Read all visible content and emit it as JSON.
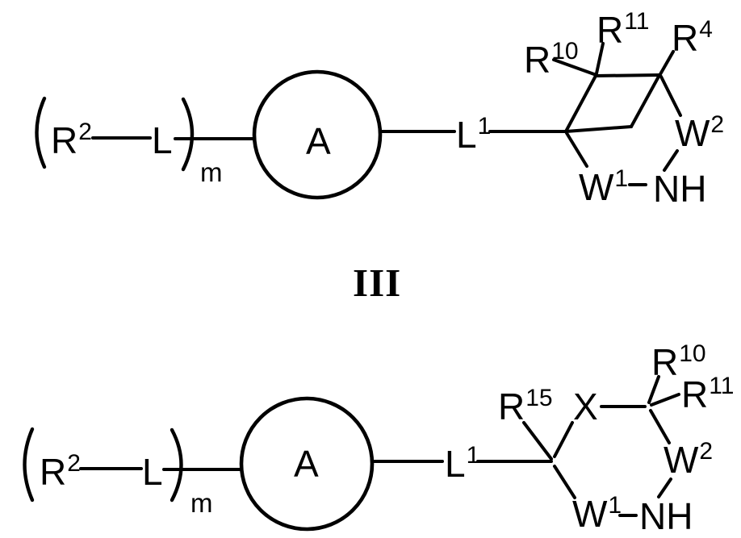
{
  "page": {
    "background": "#ffffff",
    "ink": "#000000"
  },
  "figure_label": "III",
  "top_formula": {
    "prefix": {
      "open_paren": "(",
      "substituent": "R",
      "substituent_sup": "2",
      "linker": "L",
      "close_paren": ")",
      "multiplier_sub": "m"
    },
    "core": "A",
    "linker1": "L",
    "linker1_sup": "1",
    "ring": {
      "r10": "R",
      "r10_sup": "10",
      "r11": "R",
      "r11_sup": "11",
      "r4": "R",
      "r4_sup": "4",
      "w1": "W",
      "w1_sup": "1",
      "w2": "W",
      "w2_sup": "2",
      "nh": "NH"
    }
  },
  "bottom_formula": {
    "prefix": {
      "open_paren": "(",
      "substituent": "R",
      "substituent_sup": "2",
      "linker": "L",
      "close_paren": ")",
      "multiplier_sub": "m"
    },
    "core": "A",
    "linker1": "L",
    "linker1_sup": "1",
    "ring": {
      "r15": "R",
      "r15_sup": "15",
      "x": "X",
      "r10": "R",
      "r10_sup": "10",
      "r11": "R",
      "r11_sup": "11",
      "w1": "W",
      "w1_sup": "1",
      "w2": "W",
      "w2_sup": "2",
      "nh": "NH"
    }
  }
}
